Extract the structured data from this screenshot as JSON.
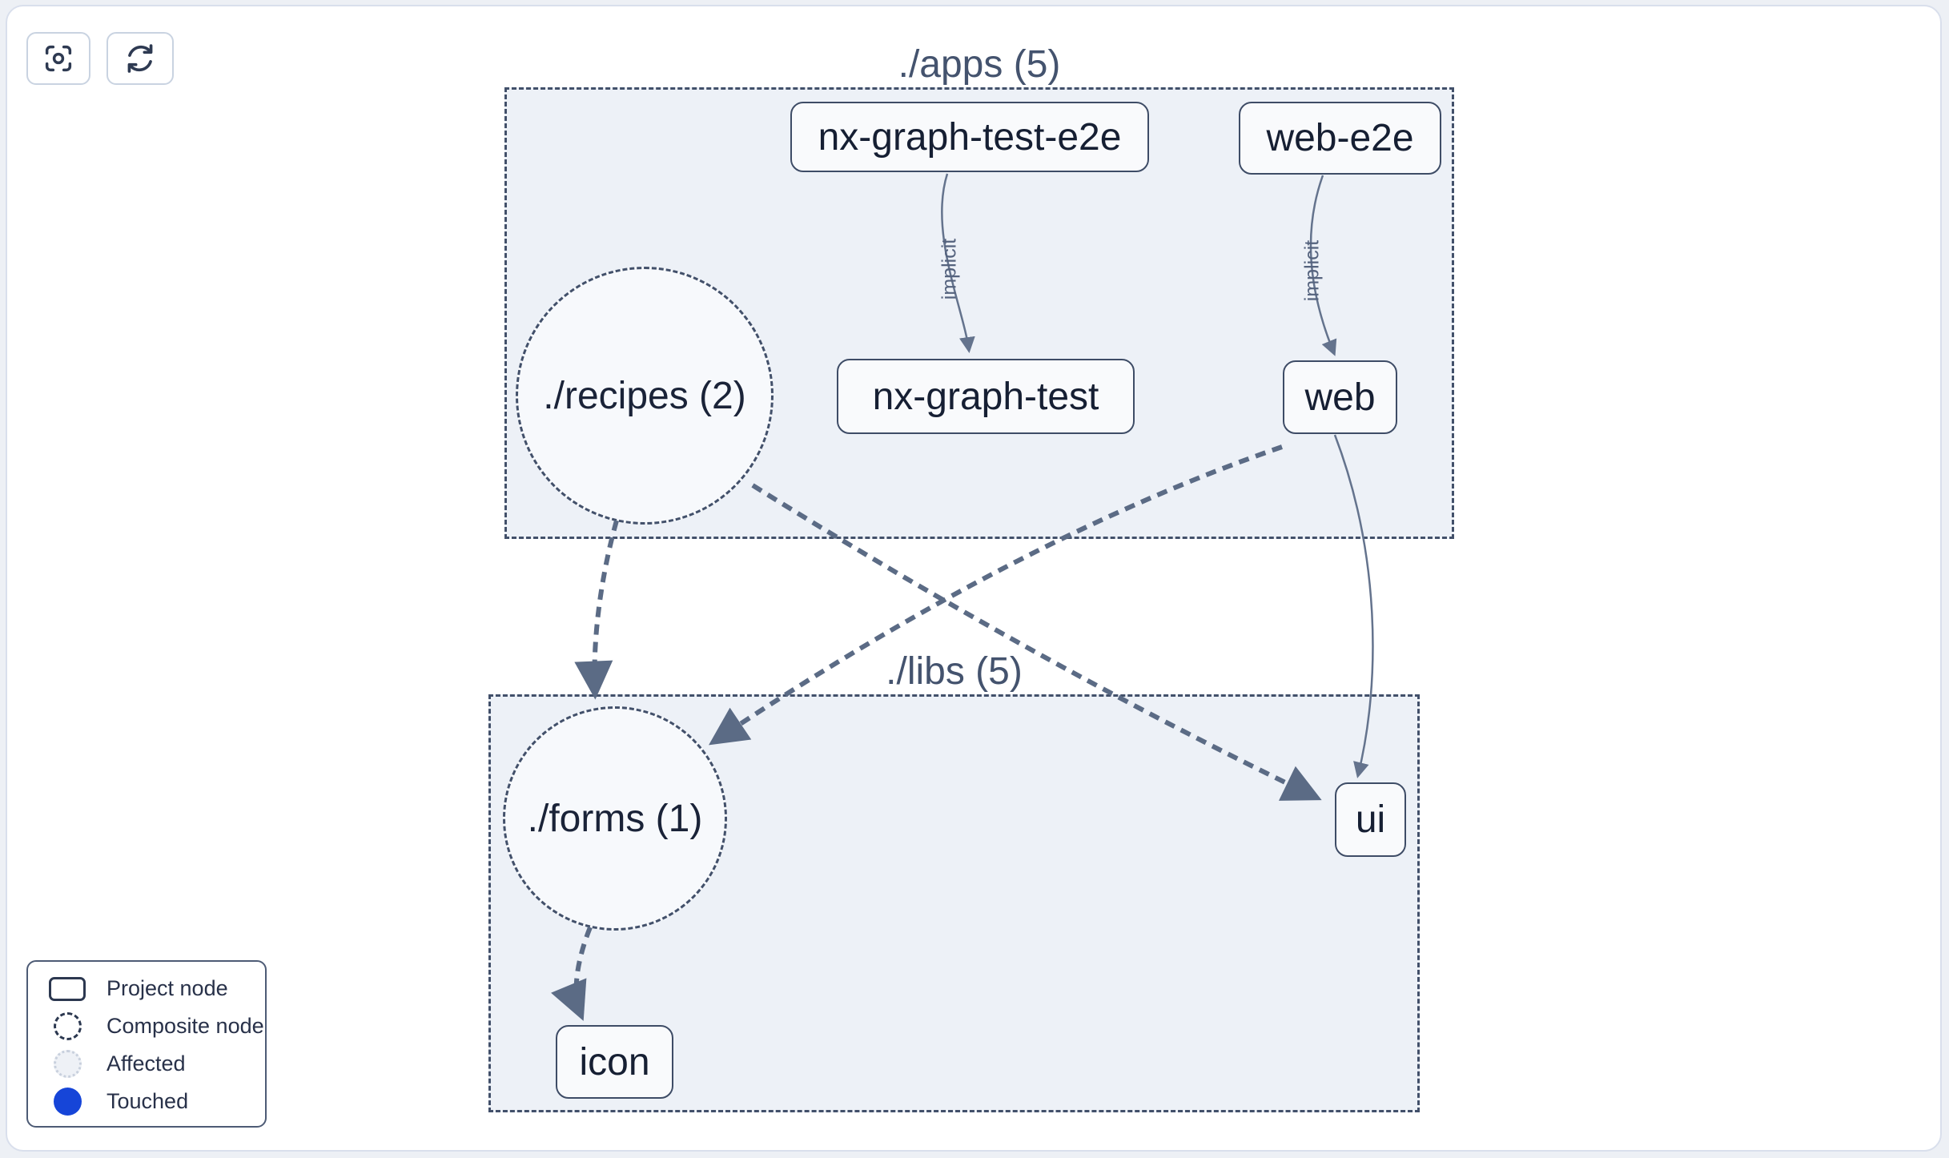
{
  "toolbar": {
    "buttons": [
      {
        "icon": "focus-scan"
      },
      {
        "icon": "refresh"
      }
    ]
  },
  "clusters": {
    "apps": {
      "label": "./apps (5)"
    },
    "libs": {
      "label": "./libs (5)"
    }
  },
  "nodes": {
    "nx_graph_test_e2e": "nx-graph-test-e2e",
    "web_e2e": "web-e2e",
    "recipes": "./recipes (2)",
    "nx_graph_test": "nx-graph-test",
    "web": "web",
    "forms": "./forms (1)",
    "ui": "ui",
    "icon": "icon"
  },
  "edges": {
    "implicit_label": "implicit",
    "list": [
      {
        "from": "nx-graph-test-e2e",
        "to": "nx-graph-test",
        "label": "implicit",
        "style": "thin-solid"
      },
      {
        "from": "web-e2e",
        "to": "web",
        "label": "implicit",
        "style": "thin-solid"
      },
      {
        "from": "web",
        "to": "ui",
        "label": "",
        "style": "thin-solid"
      },
      {
        "from": "./recipes (2)",
        "to": "./forms (1)",
        "label": "",
        "style": "thick-dashed"
      },
      {
        "from": "./recipes (2)",
        "to": "ui",
        "label": "",
        "style": "thick-dashed"
      },
      {
        "from": "web",
        "to": "./forms (1)",
        "label": "",
        "style": "thick-dashed"
      },
      {
        "from": "./forms (1)",
        "to": "icon",
        "label": "",
        "style": "thick-dashed"
      }
    ]
  },
  "legend": {
    "items": [
      {
        "label": "Project node",
        "swatch": "project-rect"
      },
      {
        "label": "Composite node",
        "swatch": "dashed-circle"
      },
      {
        "label": "Affected",
        "swatch": "affected-circle"
      },
      {
        "label": "Touched",
        "swatch": "touched-circle"
      }
    ]
  },
  "colors": {
    "touched_blue": "#1645d8",
    "node_border": "#3e4c66",
    "edge_slate": "#5b6b85",
    "cluster_bg": "#edf1f7",
    "node_bg": "#f9fafc"
  }
}
